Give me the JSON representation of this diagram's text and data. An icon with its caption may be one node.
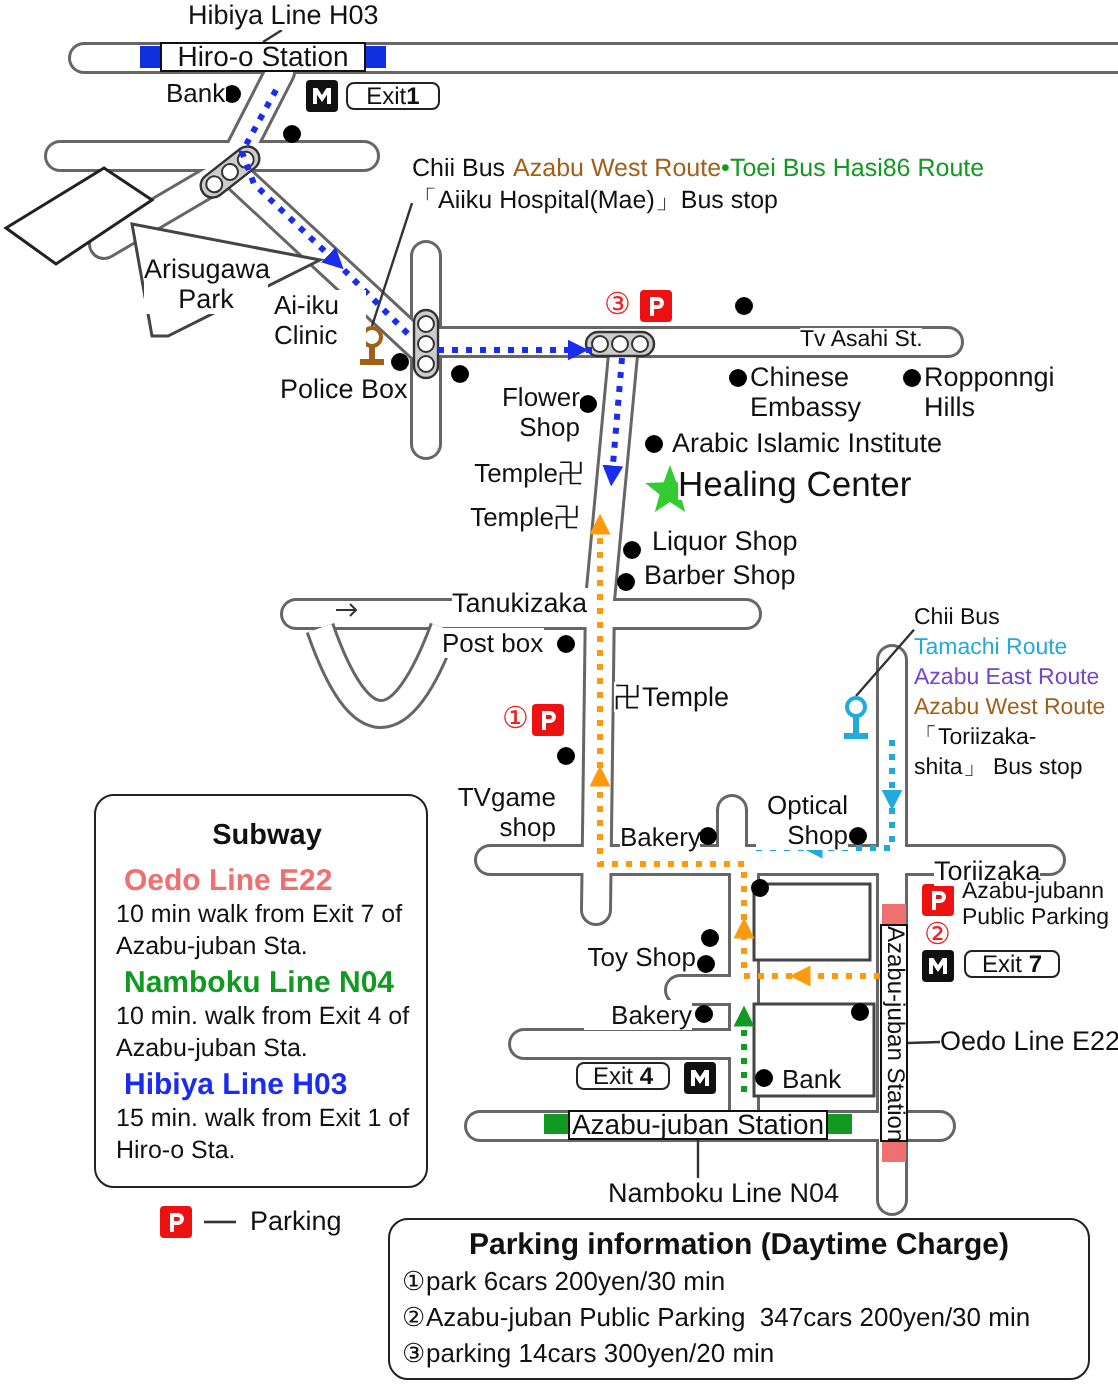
{
  "diagram": {
    "nodes": [
      {
        "text": [
          "Hiro-o Station"
        ]
      },
      {
        "text": [
          "Hibiya Line H03"
        ]
      },
      {
        "text": [
          "Chii Bus",
          "Azabu West Route",
          "•",
          "Toei Bus Hasi86 Route",
          "「Aiiku Hospital(Mae)」Bus stop"
        ]
      },
      {
        "text": [],
        "shape": "picture"
      },
      {
        "text": [
          "Chii Bus",
          "Tamachi Route",
          "Azabu East Route",
          "Azabu West Route",
          "「Toriizaka-shita」 Bus stop"
        ]
      },
      {
        "text": [],
        "shape": "picture"
      },
      {
        "text": [
          "Azabu-juban Station"
        ]
      },
      {
        "text": [
          "Namboku Line N04"
        ]
      },
      {
        "text": [
          "Azabu-juban Station"
        ]
      },
      {
        "text": [
          "Oedo Line E22"
        ]
      },
      {
        "text": [
          "Exit**1**"
        ]
      },
      {
        "text": [
          "Exit **7**"
        ]
      },
      {
        "text": [
          "Exit **4**"
        ]
      },
      {
        "text": [
          "Subway",
          "Oedo Line E22",
          "10 min walk from Exit 7 of Azabu-juban Sta.",
          "Namboku Line N04",
          "10 min. walk from Exit 4 of Azabu-juban Sta.",
          "Hibiya Line H03",
          "15 min. walk from Exit 1 of Hiro-o Sta."
        ]
      },
      {
        "text": [
          "Parking information (Daytime Charge)",
          "①park 6cars 200yen/30 min",
          "②Azabu-juban Public Parking  347cars 200yen/30 min",
          "③parking 14cars 300yen/20 min"
        ]
      }
    ],
    "edges": [
      {
        "from": 1,
        "to": 0,
        "arrow": "none"
      },
      {
        "from": 2,
        "to": 3,
        "arrow": "none"
      },
      {
        "from": 4,
        "to": 5,
        "arrow": "none"
      },
      {
        "from": 7,
        "to": 6,
        "arrow": "none"
      },
      {
        "from": 9,
        "to": 8,
        "arrow": "none"
      }
    ],
    "labels": [
      "Bank",
      "Arisugawa Park",
      "Ai-iku Clinic",
      "Police Box",
      "③",
      "Flower Shop",
      "Tv Asahi St.",
      "Chinese Embassy",
      "Ropponngi Hills",
      "Arabic Islamic Institute",
      "Temple卍",
      "Healing Center",
      "Temple卍",
      "Liquor Shop",
      "Barber Shop",
      "Tanukizaka",
      "Post box",
      "①",
      "卍Temple",
      "TVgame shop",
      "Bakery",
      "Optical Shop",
      "Toriizaka",
      "Toy Shop",
      "Azabu-jubann Public Parking",
      "②",
      "Bakery",
      "Bank"
    ],
    "legend": [
      {
        "text": "Parking"
      }
    ]
  }
}
